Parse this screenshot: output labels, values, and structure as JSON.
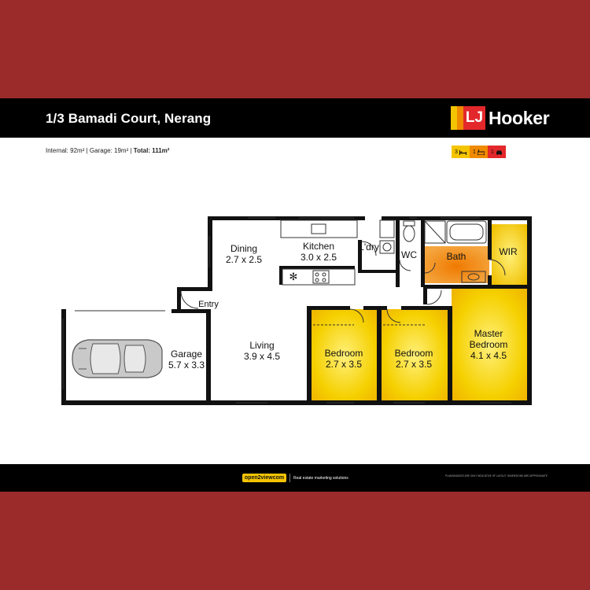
{
  "header": {
    "address": "1/3 Bamadi Court, Nerang",
    "brand_mark": "LJ",
    "brand_name": "Hooker"
  },
  "areas": {
    "internal_label": "Internal: 92m²",
    "garage_label": "Garage: 19m²",
    "total_label": "Total: 111m²",
    "separator": " | "
  },
  "features": {
    "bedrooms": "3",
    "bathrooms": "1",
    "car_spaces": "1",
    "colors": {
      "bed": "#f5c400",
      "bath": "#f08a00",
      "car": "#e3282b"
    }
  },
  "rooms": {
    "dining": {
      "name": "Dining",
      "dim": "2.7 x 2.5"
    },
    "kitchen": {
      "name": "Kitchen",
      "dim": "3.0 x 2.5"
    },
    "laundry": {
      "name": "L'dry"
    },
    "wc": {
      "name": "WC"
    },
    "bath": {
      "name": "Bath"
    },
    "wir": {
      "name": "WIR"
    },
    "entry": {
      "name": "Entry"
    },
    "living": {
      "name": "Living",
      "dim": "3.9 x 4.5"
    },
    "garage": {
      "name": "Garage",
      "dim": "5.7 x 3.3"
    },
    "bedroom2": {
      "name": "Bedroom",
      "dim": "2.7 x 3.5"
    },
    "bedroom3": {
      "name": "Bedroom",
      "dim": "2.7 x 3.5"
    },
    "master": {
      "name": "Master",
      "name2": "Bedroom",
      "dim": "4.1 x 4.5"
    }
  },
  "room_colors": {
    "bedroom": "#f5c400",
    "bath": "#f08a00",
    "wall": "#111111"
  },
  "footer": {
    "partner_logo": "open2viewcom",
    "partner_tagline": "Real estate marketing solutions",
    "disclaimer": "PLANS/IMAGES ARE ONLY INDICATIVE OF LAYOUT. DIMENSIONS ARE APPROXIMATE"
  }
}
